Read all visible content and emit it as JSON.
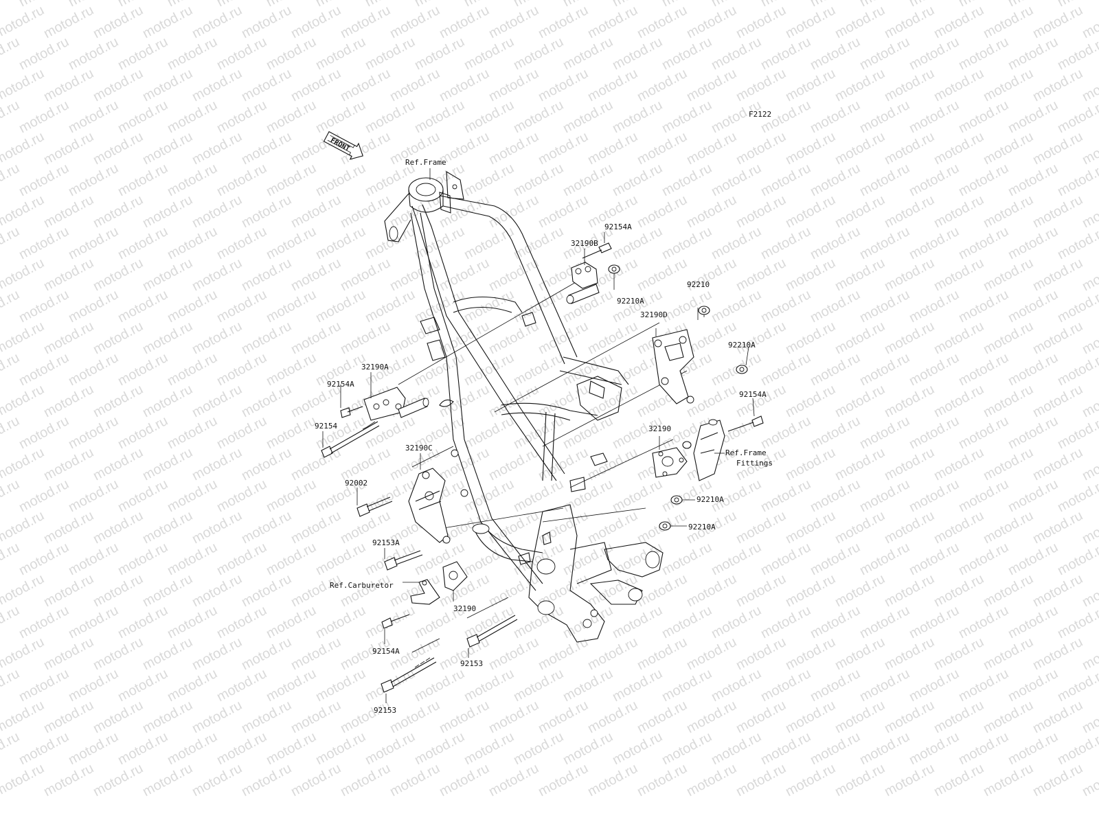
{
  "diagram": {
    "code": "F2122",
    "watermark": "motod.ru",
    "front_arrow": "FRONT",
    "refs": {
      "frame": "Ref.Frame",
      "frame_fittings_line1": "Ref.Frame",
      "frame_fittings_line2": "Fittings",
      "carburetor": "Ref.Carburetor"
    },
    "labels": {
      "p92154A_top": "92154A",
      "p32190B": "32190B",
      "p92210A_top": "92210A",
      "p92210": "92210",
      "p32190D": "32190D",
      "p92210A_right": "92210A",
      "p92154A_right": "92154A",
      "p32190_right": "32190",
      "p92210A_mid": "92210A",
      "p92210A_low": "92210A",
      "p32190A": "32190A",
      "p92154A_left": "92154A",
      "p92154": "92154",
      "p32190C": "32190C",
      "p92002": "92002",
      "p92153A": "92153A",
      "p32190_low": "32190",
      "p92154A_bottom": "92154A",
      "p92153_mid": "92153",
      "p92153_bottom": "92153"
    }
  }
}
